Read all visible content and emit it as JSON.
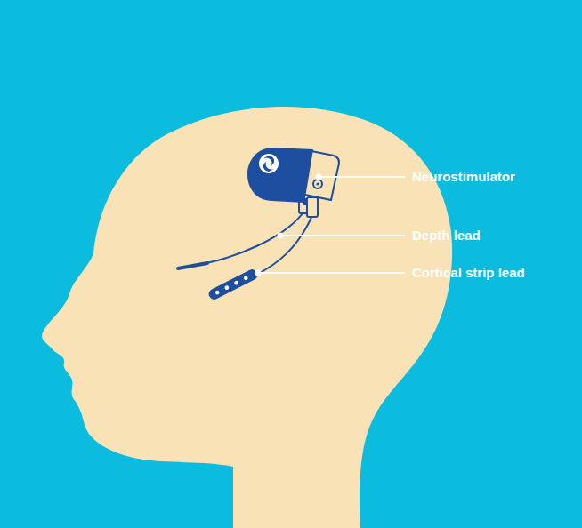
{
  "diagram": {
    "labels": [
      "Neurostimulator",
      "Depth lead",
      "Cortical strip lead"
    ]
  }
}
